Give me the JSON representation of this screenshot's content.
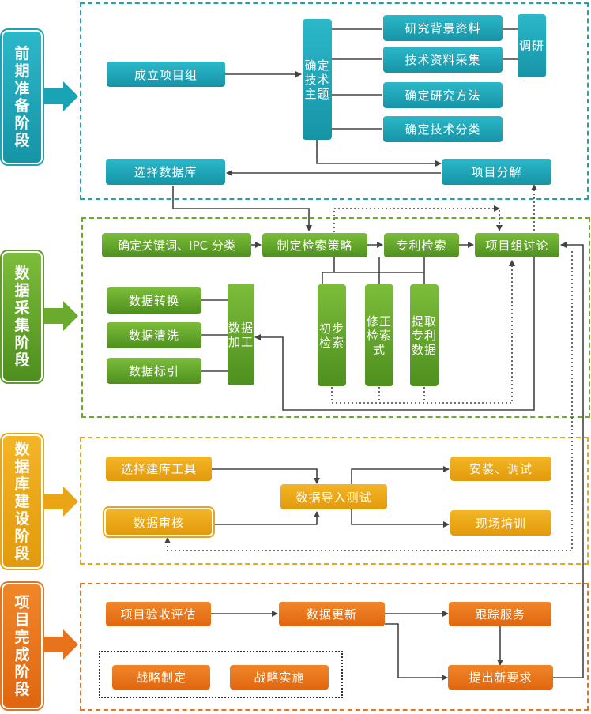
{
  "colors": {
    "teal": "#1aa3b5",
    "green": "#5e9e27",
    "yellow": "#eaa516",
    "orange": "#e8731d"
  },
  "stages": {
    "s1": "前期准备阶段",
    "s2": "数据采集阶段",
    "s3": "数据库建设阶段",
    "s4": "项目完成阶段"
  },
  "prep": {
    "form_group": "成立项目组",
    "determine_topic": "确定技术主题",
    "research_background": "研究背景资料",
    "collect_materials": "技术资料采集",
    "research_method": "确定研究方法",
    "tech_classification": "确定技术分类",
    "survey": "调研",
    "select_database": "选择数据库",
    "project_breakdown": "项目分解"
  },
  "collection": {
    "keywords_ipc": "确定关键词、IPC 分类",
    "search_strategy": "制定检索策略",
    "patent_search": "专利检索",
    "group_discussion": "项目组讨论",
    "data_conversion": "数据转换",
    "data_cleaning": "数据清洗",
    "data_indexing": "数据标引",
    "data_processing": "数据加工",
    "initial_search": "初步检索",
    "revise_search": "修正检索式",
    "extract_data": "提取专利数据"
  },
  "construction": {
    "select_tools": "选择建库工具",
    "data_review": "数据审核",
    "import_test": "数据导入测试",
    "install_debug": "安装、调试",
    "onsite_training": "现场培训"
  },
  "completion": {
    "acceptance": "项目验收评估",
    "data_update": "数据更新",
    "tracking_service": "跟踪服务",
    "strategy_formulation": "战略制定",
    "strategy_implementation": "战略实施",
    "new_requirements": "提出新要求"
  }
}
